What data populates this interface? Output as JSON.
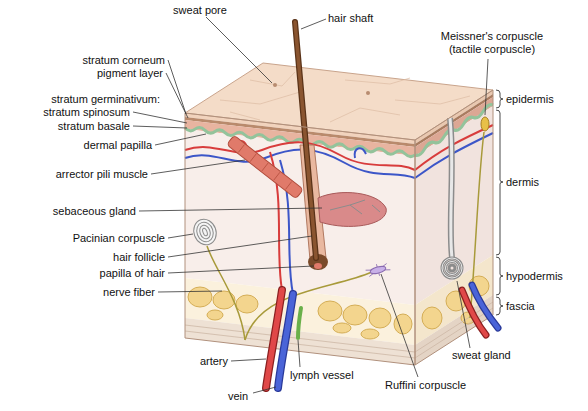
{
  "diagram": {
    "labels": [
      "sweat pore",
      "hair shaft",
      "Meissner's corpuscle (tactile corpuscle)",
      "stratum corneum",
      "pigment layer",
      "stratum germinativum:",
      "stratum spinosum",
      "stratum basale",
      "dermal papilla",
      "arrector pili muscle",
      "sebaceous gland",
      "Pacinian corpuscle",
      "hair follicle",
      "papilla of hair",
      "nerve fiber",
      "epidermis",
      "dermis",
      "hypodermis",
      "fascia",
      "artery",
      "vein",
      "lymph vessel",
      "Ruffini corpuscle",
      "sweat gland"
    ]
  }
}
